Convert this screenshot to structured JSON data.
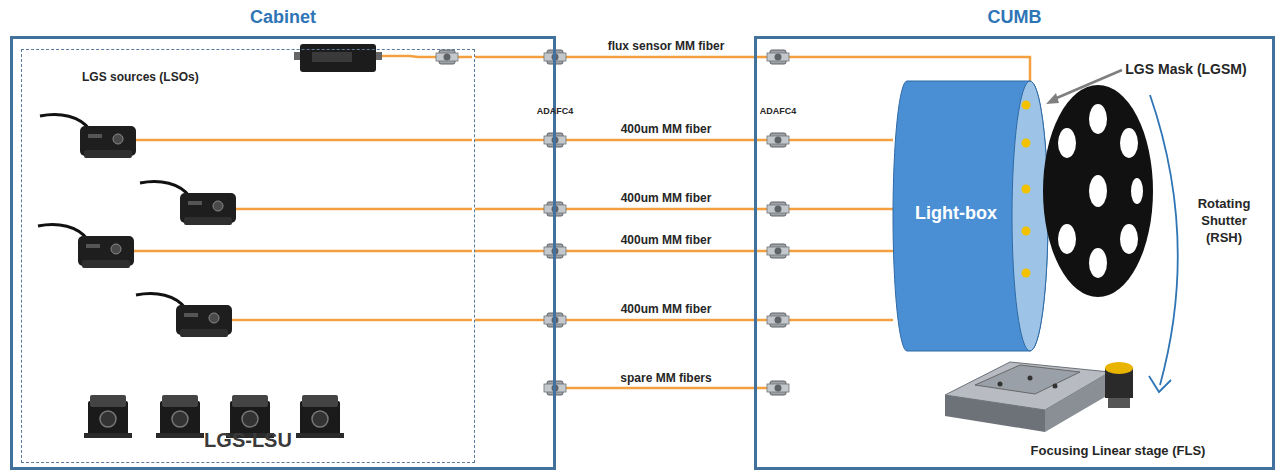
{
  "diagram": {
    "nodes": [
      {
        "text": [
          "Cabinet"
        ]
      },
      {
        "text": [
          "LGS-LSU"
        ],
        "in": 0
      },
      {
        "text": [
          "CUMB"
        ]
      },
      {
        "text": [
          "Light-box"
        ],
        "in": 2
      }
    ],
    "edges": [
      {
        "from": 1,
        "to": 3,
        "arrow": "none",
        "label": "flux sensor MM fiber"
      },
      {
        "from": 1,
        "to": 3,
        "arrow": "none",
        "label": "400um MM fiber"
      },
      {
        "from": 1,
        "to": 3,
        "arrow": "none",
        "label": "400um MM fiber"
      },
      {
        "from": 1,
        "to": 3,
        "arrow": "none",
        "label": "400um MM fiber"
      },
      {
        "from": 1,
        "to": 3,
        "arrow": "none",
        "label": "400um MM fiber"
      }
    ],
    "labels": [
      "LGS sources (LSOs)",
      "ADAFC4",
      "ADAFC4",
      "spare MM fibers",
      "LGS Mask (LGSM)",
      "Rotating Shutter (RSH)",
      "Focusing Linear stage (FLS)"
    ]
  }
}
